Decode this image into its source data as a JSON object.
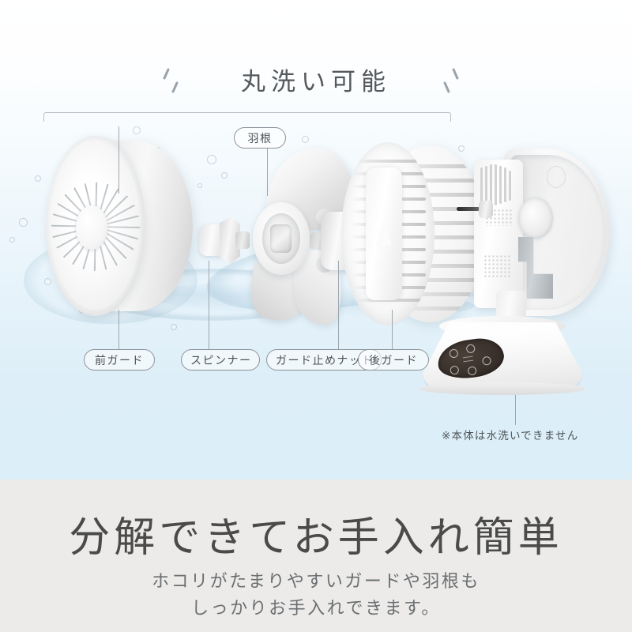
{
  "hero": {
    "title": "丸洗い可能",
    "note": "※本体は水洗いできません",
    "labels": [
      {
        "id": "front-guard",
        "text": "前ガード"
      },
      {
        "id": "blade",
        "text": "羽根"
      },
      {
        "id": "spinner",
        "text": "スピンナー"
      },
      {
        "id": "guard-nut",
        "text": "ガード止めナット"
      },
      {
        "id": "rear-guard",
        "text": "後ガード"
      }
    ]
  },
  "footer": {
    "headline": "分解できてお手入れ簡単",
    "sub_line1": "ホコリがたまりやすいガードや羽根も",
    "sub_line2": "しっかりお手入れできます。"
  },
  "colors": {
    "hero_top": "#ffffff",
    "hero_bottom": "#ddeef8",
    "footer_bg": "#ecebe9",
    "headline_text": "#4a4a4a",
    "sub_text": "#6b6f71",
    "label_border": "#8b9299",
    "label_text": "#4b5155",
    "leader_line": "#9fa7ae"
  }
}
